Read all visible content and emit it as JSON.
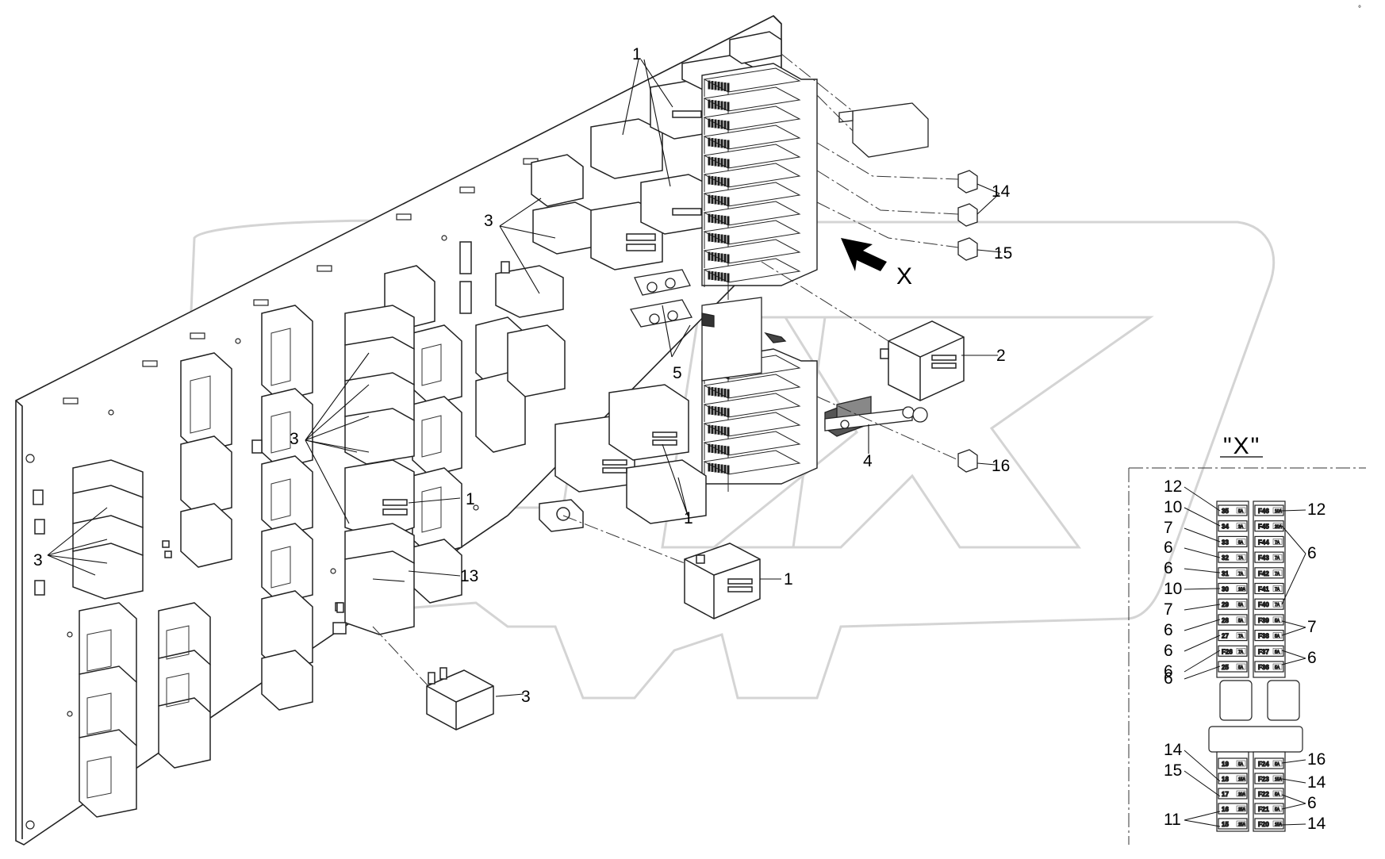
{
  "diagram": {
    "view_label": "\"X\"",
    "arrow_label": "X",
    "watermark_text": "OREX",
    "corner_mark": "°"
  },
  "callouts": {
    "relays_top": "1",
    "relays_mid": "1",
    "relays_lower": "1",
    "relay_loose": "1",
    "relay_lone": "2",
    "group3_upper": "3",
    "group3_mid": "3",
    "group3_left": "3",
    "relay3_loose": "3",
    "fusible_link": "4",
    "studs": "5",
    "relay_13": "13",
    "fuse14": "14",
    "fuse15": "15",
    "fuse16": "16"
  },
  "fuse_view": {
    "upper_left": [
      "35",
      "34",
      "33",
      "32",
      "31",
      "30",
      "29",
      "28",
      "27",
      "F26",
      "25"
    ],
    "upper_right": [
      "F46",
      "F45",
      "F44",
      "F43",
      "F42",
      "F41",
      "F40",
      "F39",
      "F38",
      "F37",
      "F36"
    ],
    "lower_left": [
      "19",
      "18",
      "17",
      "16",
      "15"
    ],
    "lower_right": [
      "F24",
      "F23",
      "F22",
      "F21",
      "F20"
    ],
    "ratings_upper_left": [
      "5A",
      "3A",
      "5A",
      "7A",
      "7A",
      "10A",
      "5A",
      "5A",
      "7A",
      "7A",
      "5A"
    ],
    "ratings_upper_right": [
      "10A",
      "20A",
      "7A",
      "7A",
      "7A",
      "7A",
      "7A",
      "5A",
      "5A",
      "5A",
      "5A"
    ],
    "ratings_lower_left": [
      "5A",
      "15A",
      "20A",
      "25A",
      "25A"
    ],
    "ratings_lower_right": [
      "5A",
      "15A",
      "5A",
      "5A",
      "15A"
    ],
    "labels_left": [
      "12",
      "10",
      "7",
      "6",
      "6",
      "10",
      "7",
      "6",
      "6",
      "6",
      "6",
      "14",
      "15",
      "11"
    ],
    "labels_right": [
      "12",
      "6",
      "7",
      "6",
      "16",
      "14",
      "6",
      "14"
    ]
  }
}
